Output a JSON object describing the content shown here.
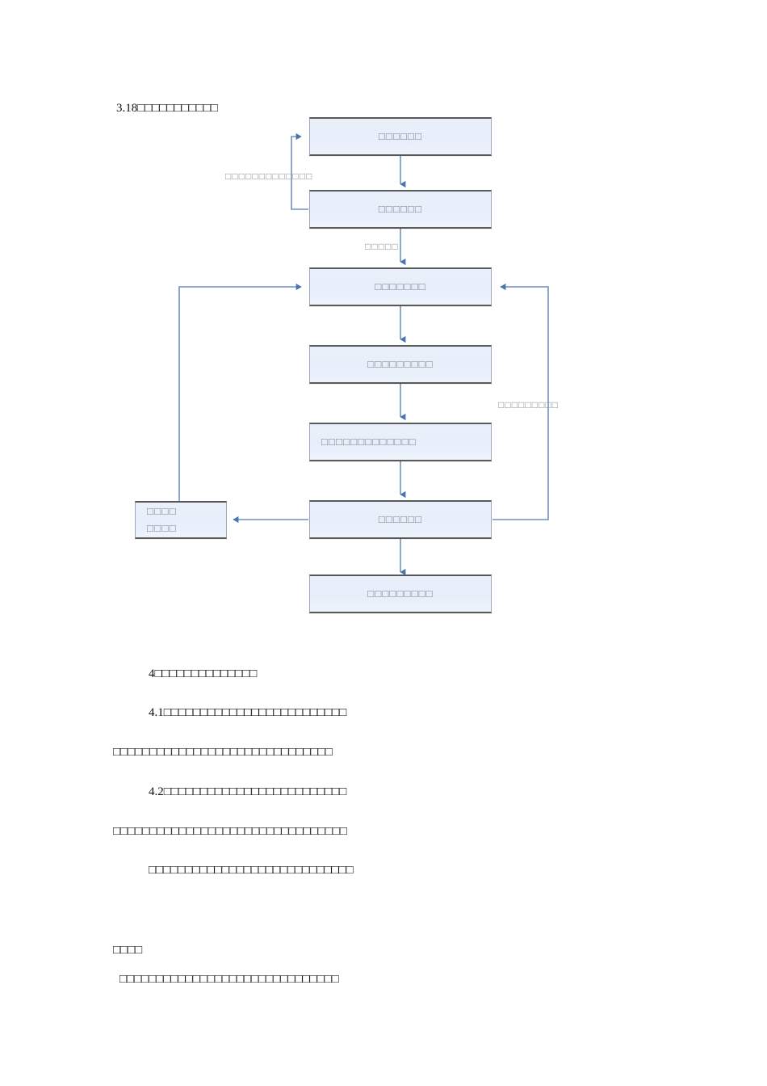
{
  "document": {
    "heading": "3.18□□□□□□□□□□□",
    "paragraphs": [
      {
        "id": "p-section-4",
        "text": "4□□□□□□□□□□□□□□"
      },
      {
        "id": "p-section-4-1",
        "text": "4.1□□□□□□□□□□□□□□□□□□□□□□□□□"
      },
      {
        "id": "p-body-1",
        "text": "□□□□□□□□□□□□□□□□□□□□□□□□□□□□□□"
      },
      {
        "id": "p-section-4-2",
        "text": "4.2□□□□□□□□□□□□□□□□□□□□□□□□□"
      },
      {
        "id": "p-body-2",
        "text": "□□□□□□□□□□□□□□□□□□□□□□□□□□□□□□□□"
      },
      {
        "id": "p-body-3",
        "text": "□□□□□□□□□□□□□□□□□□□□□□□□□□□□"
      },
      {
        "id": "p-footer-heading",
        "text": "□□□□"
      },
      {
        "id": "p-footer-body",
        "text": "□□□□□□□□□□□□□□□□□□□□□□□□□□□□□□"
      }
    ]
  },
  "flowchart": {
    "nodes": [
      {
        "id": "node-1",
        "label": "□□□□□□"
      },
      {
        "id": "node-2",
        "label": "□□□□□□"
      },
      {
        "id": "node-3",
        "label": "□□□□□□□"
      },
      {
        "id": "node-4",
        "label": "□□□□□□□□□"
      },
      {
        "id": "node-5",
        "label": "□□□□□□□□□□□□□"
      },
      {
        "id": "node-6",
        "label": "□□□□□□"
      },
      {
        "id": "node-7",
        "label": "□□□□□□□□□"
      },
      {
        "id": "node-side",
        "label": "□□□□\n□□□□"
      }
    ],
    "edge_labels": [
      {
        "id": "edge-label-left",
        "text": "□□□□□□□□□□□□□"
      },
      {
        "id": "edge-label-mid",
        "text": "□□□□□"
      },
      {
        "id": "edge-label-right",
        "text": "□□□□□□□□□"
      }
    ],
    "colors": {
      "node_fill": "#e9eff9",
      "node_border_strong": "#595959",
      "node_border_side": "#9aa7bd",
      "connector": "#7191c0",
      "label_text": "#7b7f86"
    }
  }
}
